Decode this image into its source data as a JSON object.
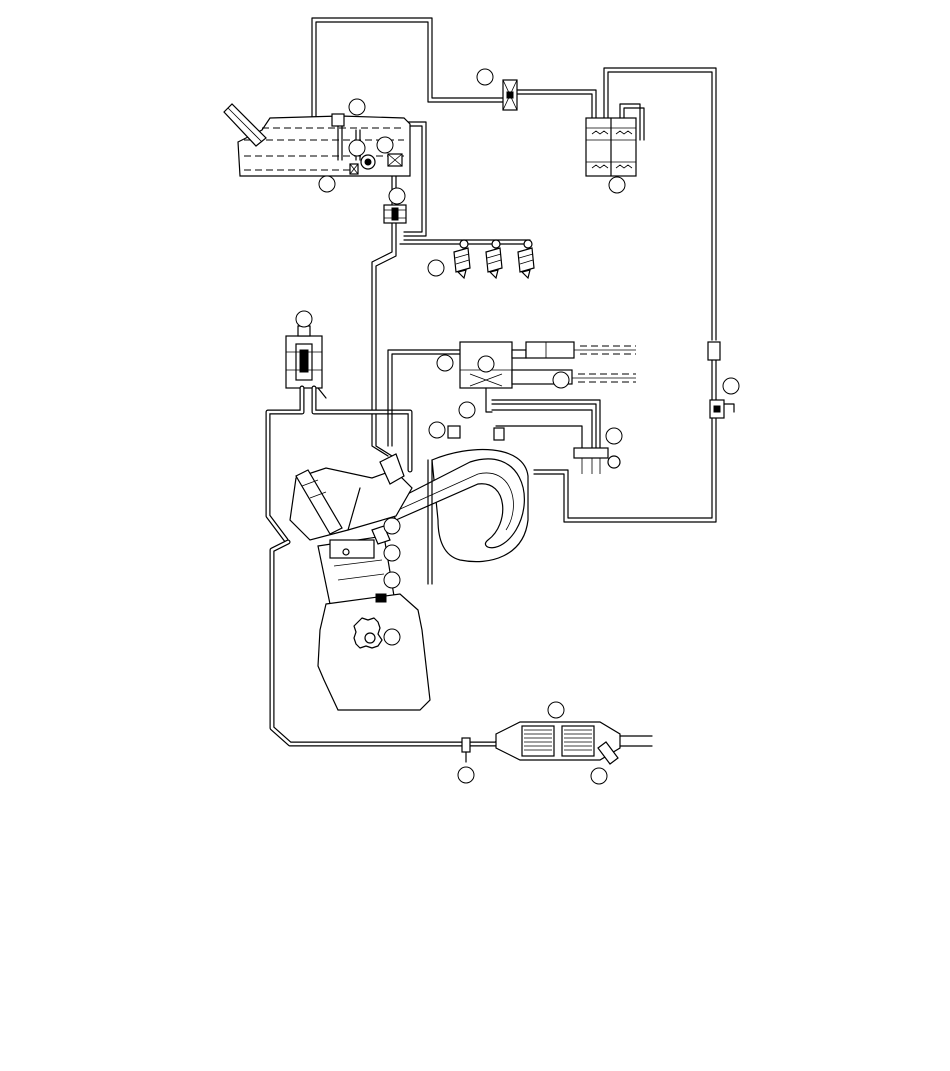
{
  "diagram": {
    "callouts": [
      {
        "id": "fuel-tank"
      },
      {
        "id": "fuel-pump"
      },
      {
        "id": "fuel-level-sender"
      },
      {
        "id": "rollover-valve"
      },
      {
        "id": "fuel-filter"
      },
      {
        "id": "fuel-injectors"
      },
      {
        "id": "fuel-pressure-regulator"
      },
      {
        "id": "evap-purge-valve"
      },
      {
        "id": "evap-canister"
      },
      {
        "id": "canister-vent-valve"
      },
      {
        "id": "air-filter"
      },
      {
        "id": "mass-airflow-sensor"
      },
      {
        "id": "throttle-body"
      },
      {
        "id": "idle-control-valve"
      },
      {
        "id": "intake-air-temp-sensor"
      },
      {
        "id": "intake-manifold"
      },
      {
        "id": "ignition-coil"
      },
      {
        "id": "spark-plug"
      },
      {
        "id": "coolant-temp-sensor"
      },
      {
        "id": "knock-sensor"
      },
      {
        "id": "crankshaft-position-sensor"
      },
      {
        "id": "catalytic-converter"
      },
      {
        "id": "upstream-oxygen-sensor"
      },
      {
        "id": "downstream-oxygen-sensor"
      },
      {
        "id": "secondary-air-valve"
      }
    ]
  }
}
